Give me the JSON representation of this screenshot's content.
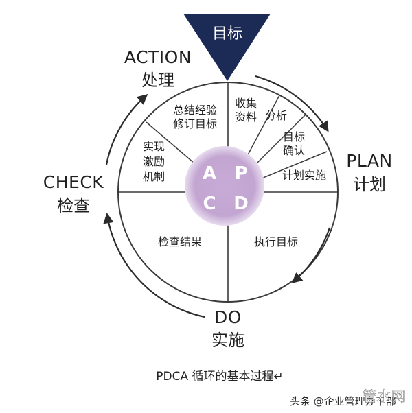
{
  "goal": "目标",
  "stages": {
    "action": {
      "en": "ACTION",
      "cn": "处理"
    },
    "plan": {
      "en": "PLAN",
      "cn": "计划"
    },
    "check": {
      "en": "CHECK",
      "cn": "检查"
    },
    "do": {
      "en": "DO",
      "cn": "实施"
    }
  },
  "center_letters": [
    "A",
    "P",
    "C",
    "D"
  ],
  "plan_steps": [
    [
      "收集",
      "资料"
    ],
    [
      "分析"
    ],
    [
      "目标",
      "确认"
    ],
    [
      "计划实施"
    ]
  ],
  "action_steps": [
    [
      "总结经验",
      "修订目标"
    ],
    [
      "实现",
      "激励",
      "机制"
    ]
  ],
  "check_step": "检查结果",
  "do_step": "执行目标",
  "caption": "PDCA 循环的基本过程↵",
  "watermark": {
    "source": "头条 @企业管理办干部",
    "logo": "管水网"
  },
  "colors": {
    "goal_triangle": "#1c2a56",
    "center_circle": "#c5a8d4",
    "lines": "#3a3a3a"
  }
}
